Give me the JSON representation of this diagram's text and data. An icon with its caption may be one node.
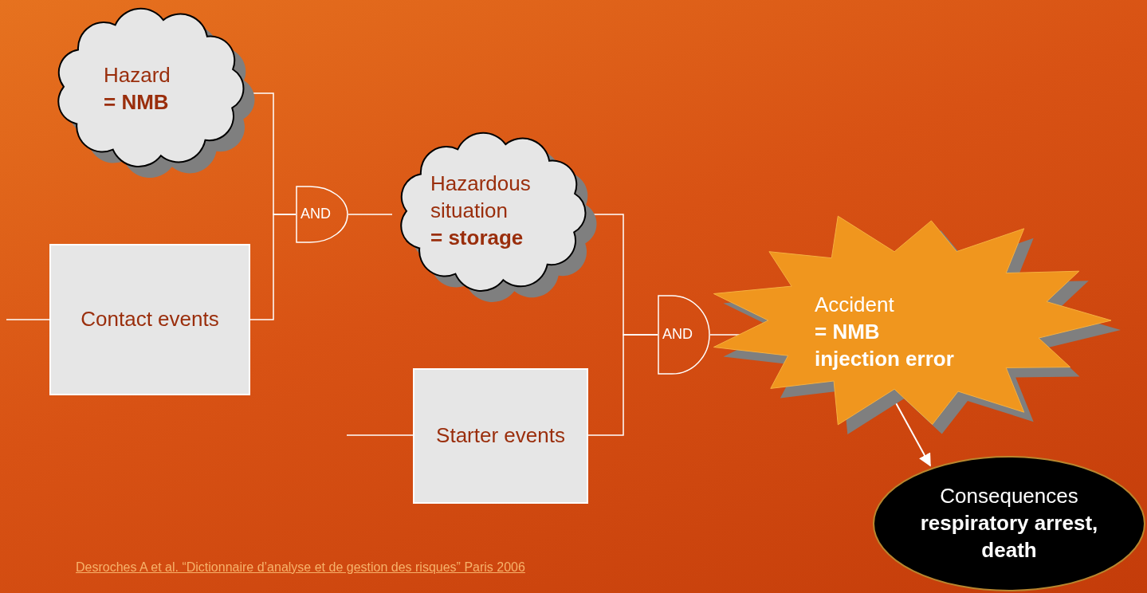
{
  "diagram": {
    "nodes": [
      {
        "text": [
          "Hazard",
          "= NMB"
        ]
      },
      {
        "text": [
          "Contact events"
        ]
      },
      {
        "text": [
          "AND"
        ]
      },
      {
        "text": [
          "Hazardous situation",
          "= storage"
        ]
      },
      {
        "text": [
          "Starter events"
        ]
      },
      {
        "text": [
          "AND"
        ]
      },
      {
        "text": [
          "Accident",
          "= NMB injection error"
        ]
      },
      {
        "text": [
          "Consequences",
          "respiratory arrest, death"
        ]
      }
    ],
    "edges": [
      {
        "from": null,
        "to": 1,
        "arrow": "none"
      },
      {
        "from": 0,
        "to": 2,
        "arrow": "none"
      },
      {
        "from": 1,
        "to": 2,
        "arrow": "none"
      },
      {
        "from": 2,
        "to": 3,
        "arrow": "none"
      },
      {
        "from": null,
        "to": 4,
        "arrow": "none"
      },
      {
        "from": 3,
        "to": 5,
        "arrow": "none"
      },
      {
        "from": 4,
        "to": 5,
        "arrow": "none"
      },
      {
        "from": 5,
        "to": 6,
        "arrow": "none"
      },
      {
        "from": 6,
        "to": 7,
        "arrow": "to"
      }
    ],
    "labels": [
      "Desroches A et al. “Dictionnaire d’analyse et de gestion des risques” Paris 2006"
    ]
  }
}
